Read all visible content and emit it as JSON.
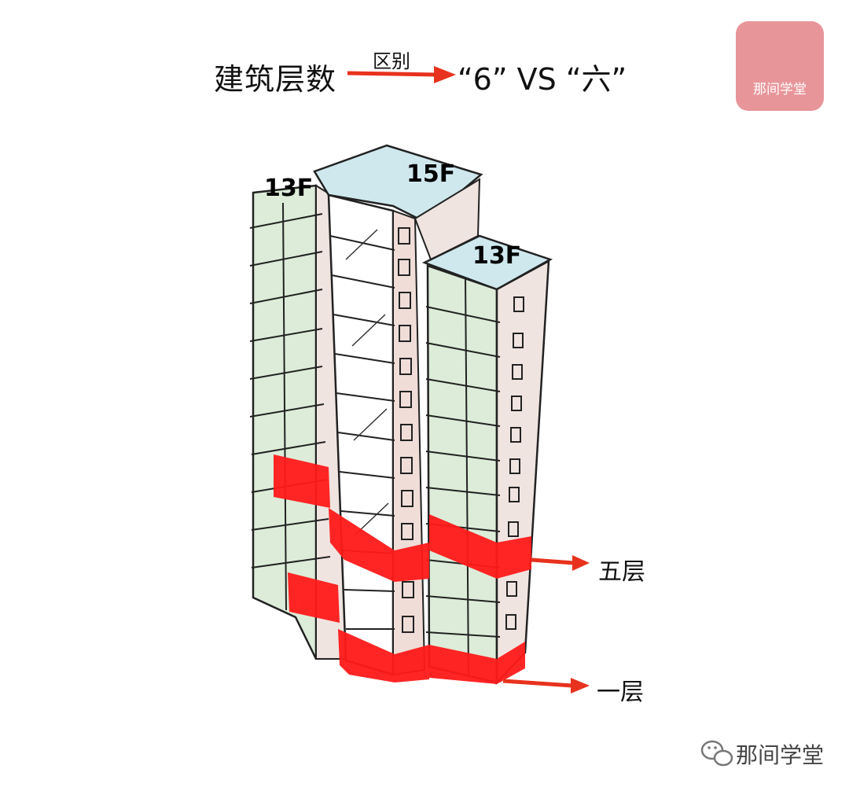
{
  "header": {
    "title": "建筑层数",
    "arrow_label": "区别",
    "comparison": "“6” VS “六”"
  },
  "logo": {
    "text": "那间学堂"
  },
  "buildings": {
    "left_tag": "13F",
    "middle_tag": "15F",
    "right_tag": "13F"
  },
  "callouts": {
    "fifth_floor": "五层",
    "first_floor": "一层"
  },
  "watermark": {
    "text": "那间学堂",
    "icon": "wechat-icon"
  },
  "colors": {
    "highlight": "#ff1a1a",
    "arrow": "#e8321e",
    "glass": "#dcecd8",
    "wall": "#f0e4e0",
    "roof": "#cfe8ee",
    "logo_bg": "#e8959a"
  }
}
